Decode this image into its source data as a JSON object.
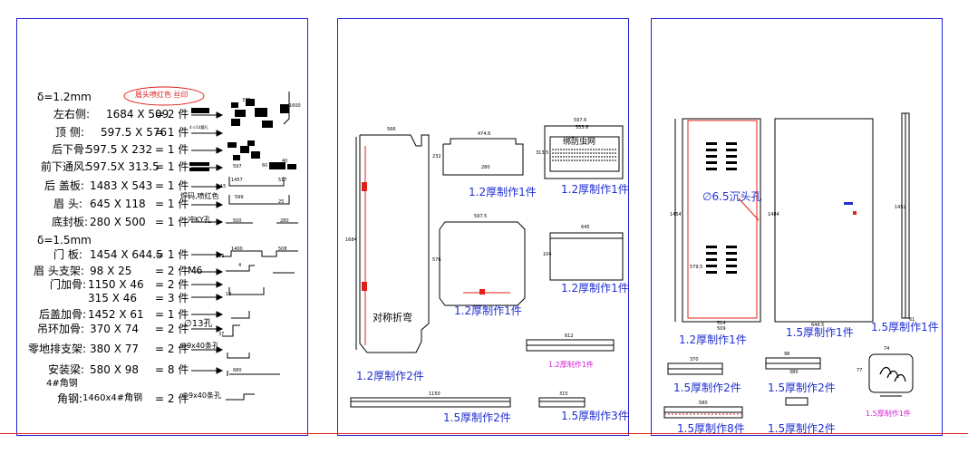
{
  "sheet1": {
    "thickness_1": "δ=1.2mm",
    "stamp": "眉头喷红色 丝印",
    "rows": [
      {
        "name": "左右侧:",
        "dims": "1684 X 509",
        "qty": "= 2 件"
      },
      {
        "name": "顶  侧:",
        "dims": "597.5 X 576",
        "qty": "= 1 件"
      },
      {
        "name": "后下骨:",
        "dims": "597.5 X 232",
        "qty": "= 1 件"
      },
      {
        "name": "前下通风:",
        "dims": "597.5X 313.5",
        "qty": "= 1 件"
      },
      {
        "name": "后 盖板:",
        "dims": "1483 X 543",
        "qty": "= 1 件"
      },
      {
        "name": "眉  头:",
        "dims": "645 X 118",
        "qty": "= 1 件"
      },
      {
        "name": "底封板:",
        "dims": "280 X 500",
        "qty": "= 1 件"
      }
    ],
    "thickness_2": "δ=1.5mm",
    "rows2": [
      {
        "name": "门  板:",
        "dims": "1454 X 644.5",
        "qty": "= 1 件"
      },
      {
        "name": "眉 头支架:",
        "dims": "98  X 25",
        "qty": "= 2 件"
      },
      {
        "name": "门加骨:",
        "dims": "1150 X 46",
        "qty": "= 2 件"
      },
      {
        "name": "",
        "dims": "315 X 46",
        "qty": "= 3 件"
      },
      {
        "name": "后盖加骨:",
        "dims": "1452 X 61",
        "qty": "= 1 件"
      },
      {
        "name": "吊环加骨:",
        "dims": "370 X 74",
        "qty": "= 2 件"
      },
      {
        "name": "零地排支架:",
        "dims": "380 X 77",
        "qty": "= 2 件"
      },
      {
        "name": "安装梁:",
        "dims": "580 X 98",
        "qty": "= 8 件"
      }
    ],
    "angle_title": "4#角钢",
    "angle_row": {
      "name": "角钢:",
      "dims": "1460x4#角钢",
      "qty": "= 2 件"
    },
    "notes": {
      "m6": "M6",
      "hole13": "∅13孔",
      "slot9x40a": "∅9x40条孔",
      "slot9x40b": "∅9x40条孔",
      "weld": "焊码,喷红色",
      "knock": "冲KY孔",
      "small": "4-∅14腰孔"
    },
    "dim_labels": {
      "d1600": "1600",
      "d375": "375",
      "d597": "597",
      "d40": "40",
      "d60": "60",
      "d25": "25",
      "d1457": "1457",
      "d517": "517",
      "d15": "15",
      "d599": "599",
      "d500": "500",
      "d280": "280",
      "d1400": "1400",
      "d508": "508",
      "d22": "22",
      "d4": "4",
      "d13": "13",
      "d37": "37",
      "d680": "680"
    }
  },
  "sheet2": {
    "dims": {
      "d566": "566",
      "d1684": "1684",
      "d474": "474.6",
      "d232": "232",
      "d280": "280",
      "d597": "597.6",
      "d5975": "597.5",
      "d3135": "313.5",
      "d5976": "597.6",
      "d5336": "533.6",
      "d576": "576",
      "d5935": "597.5",
      "d612": "612",
      "d645": "645",
      "d104": "104",
      "d1150": "1150",
      "d315": "315",
      "d1": "1"
    },
    "mesh_label": "绑防虫网",
    "caption_a": "1.2厚制作1件",
    "caption_b": "1.2厚制作1件",
    "caption_c": "1.2厚制作1件",
    "caption_d": "1.2厚制作1件",
    "caption_e": "1.2厚制作2件",
    "caption_f": "1.2厚制作1件",
    "caption_g": "1.5厚制作2件",
    "caption_h": "1.5厚制作3件",
    "symmetric": "对称折弯"
  },
  "sheet3": {
    "hole_label": "∅6.5沉头孔",
    "caption_a": "1.2厚制作1件",
    "caption_b": "1.5厚制作1件",
    "caption_c": "1.5厚制作1件",
    "caption_d": "1.5厚制作2件",
    "caption_e": "1.5厚制作2件",
    "caption_f": "1.5厚制作1件",
    "caption_g": "1.5厚制作8件",
    "caption_h": "1.5厚制作2件",
    "dims": {
      "d514": "514",
      "d509": "509",
      "d1484": "1484",
      "d1452": "1452",
      "d61": "61",
      "d5795": "579.5",
      "d370": "370",
      "d98": "98",
      "d580": "580",
      "d380": "380",
      "d74": "74",
      "d77": "77",
      "d1454": "1454",
      "d6445": "644.5"
    }
  },
  "colors": {
    "frame": "#1f1fd1",
    "red": "#e0201a",
    "blue": "#1f2fd1",
    "magenta": "#d61fd6"
  }
}
